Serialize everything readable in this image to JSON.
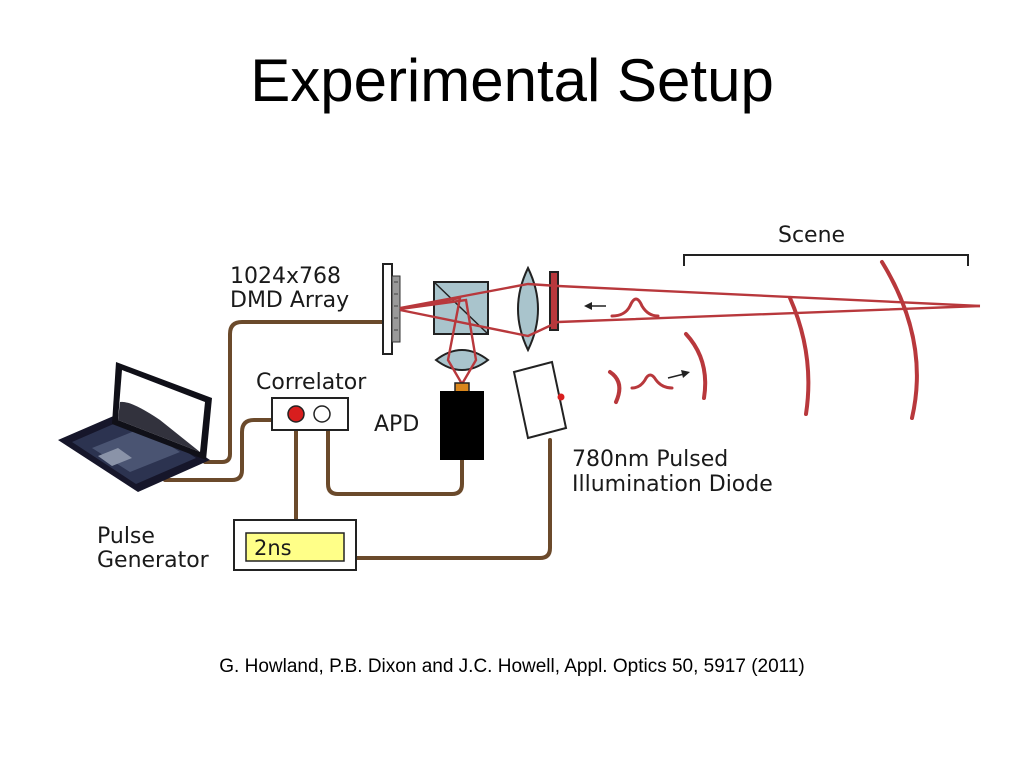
{
  "slide": {
    "title": "Experimental Setup",
    "citation": "G. Howland, P.B. Dixon and J.C. Howell, Appl. Optics 50, 5917 (2011)"
  },
  "diagram": {
    "labels": {
      "scene": "Scene",
      "dmd_line1": "1024x768",
      "dmd_line2": "DMD Array",
      "correlator": "Correlator",
      "apd": "APD",
      "diode_line1": "780nm Pulsed",
      "diode_line2": "Illumination Diode",
      "pulse_line1": "Pulse",
      "pulse_line2": "Generator",
      "pulse_display": "2ns"
    },
    "colors": {
      "beam": "#b8383c",
      "cable": "#6b4a2b",
      "optic": "#a9c4cc",
      "display": "#ffff88",
      "red_led": "#d81e1e",
      "connector": "#d9861c"
    },
    "icons": [
      "laptop-icon",
      "led-icon"
    ]
  }
}
